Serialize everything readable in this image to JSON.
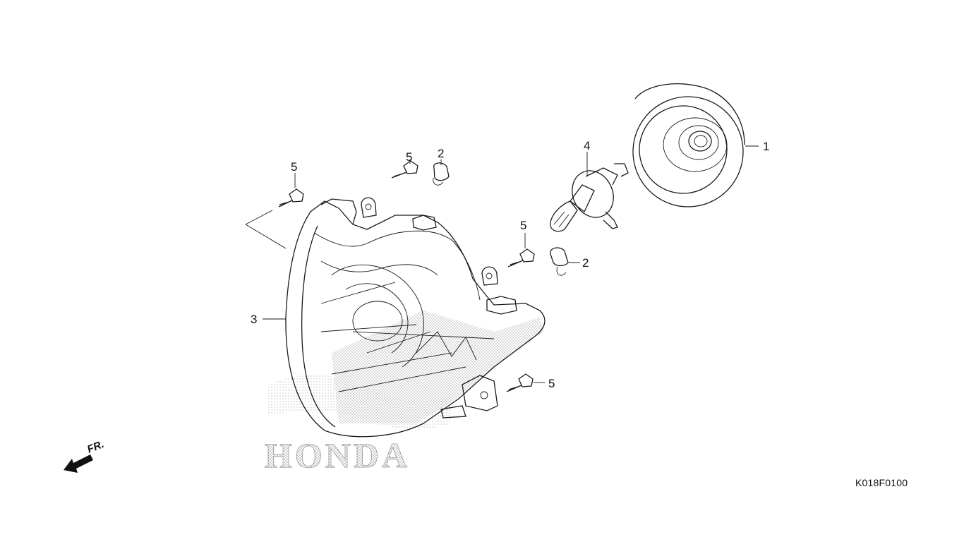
{
  "diagram": {
    "callouts": [
      {
        "id": "c1",
        "label": "1"
      },
      {
        "id": "c2a",
        "label": "2"
      },
      {
        "id": "c2b",
        "label": "2"
      },
      {
        "id": "c3",
        "label": "3"
      },
      {
        "id": "c4",
        "label": "4"
      },
      {
        "id": "c5a",
        "label": "5"
      },
      {
        "id": "c5b",
        "label": "5"
      },
      {
        "id": "c5c",
        "label": "5"
      },
      {
        "id": "c5d",
        "label": "5"
      }
    ],
    "direction_label": "FR.",
    "watermark": "HONDA",
    "figure_code": "K018F0100"
  }
}
